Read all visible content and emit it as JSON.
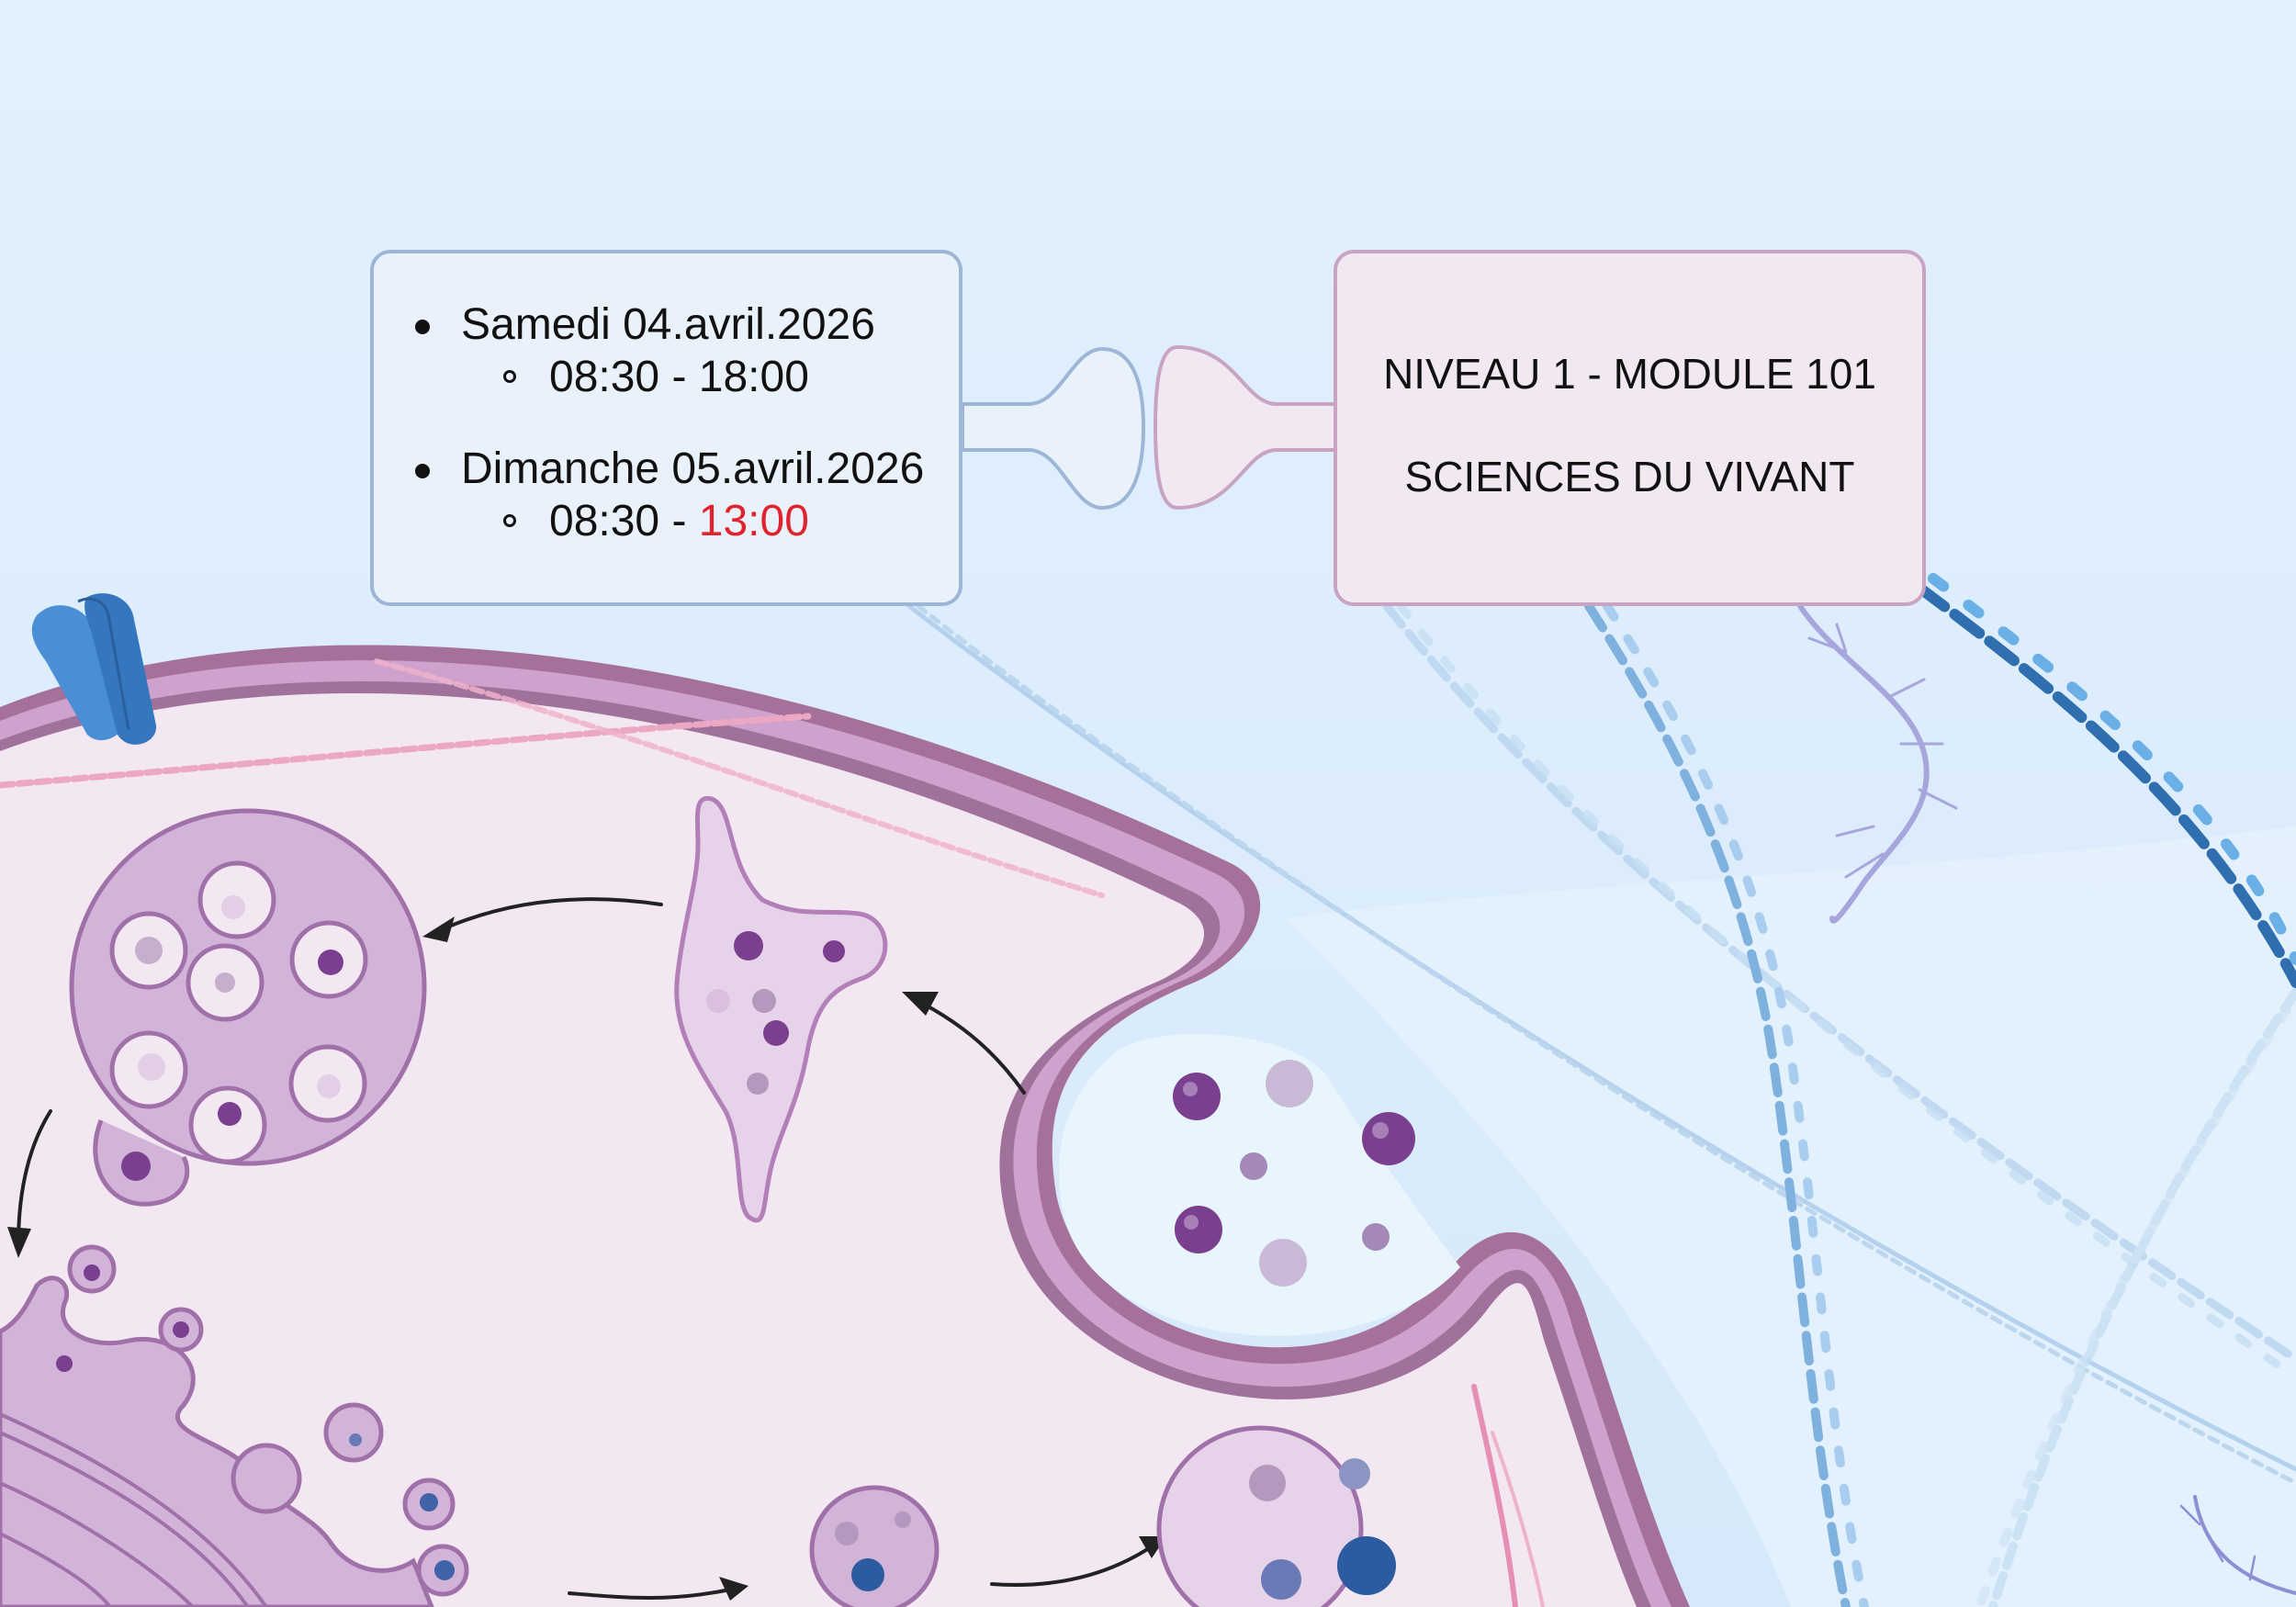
{
  "schedule": {
    "day1": {
      "label": "Samedi 04.avril.2026",
      "time": "08:30 - 18:00"
    },
    "day2": {
      "label": "Dimanche 05.avril.2026",
      "time_start": "08:30 - ",
      "time_end": "13:00"
    }
  },
  "title": {
    "line1": "NIVEAU 1 - MODULE 101",
    "line2": "SCIENCES DU VIVANT"
  },
  "colors": {
    "background": "#ddeefc",
    "cell_membrane": "#a9739c",
    "cytoplasm": "#f3e7f2",
    "organelle": "#d3b4d9",
    "dna_strand": "#6fa6d8",
    "highlight_time": "#e0242d"
  },
  "icons": [
    "membrane-channel-icon",
    "dna-helix-icon",
    "synapse-connector-icon",
    "vesicle-icon",
    "golgi-apparatus-icon",
    "lysosome-icon"
  ]
}
